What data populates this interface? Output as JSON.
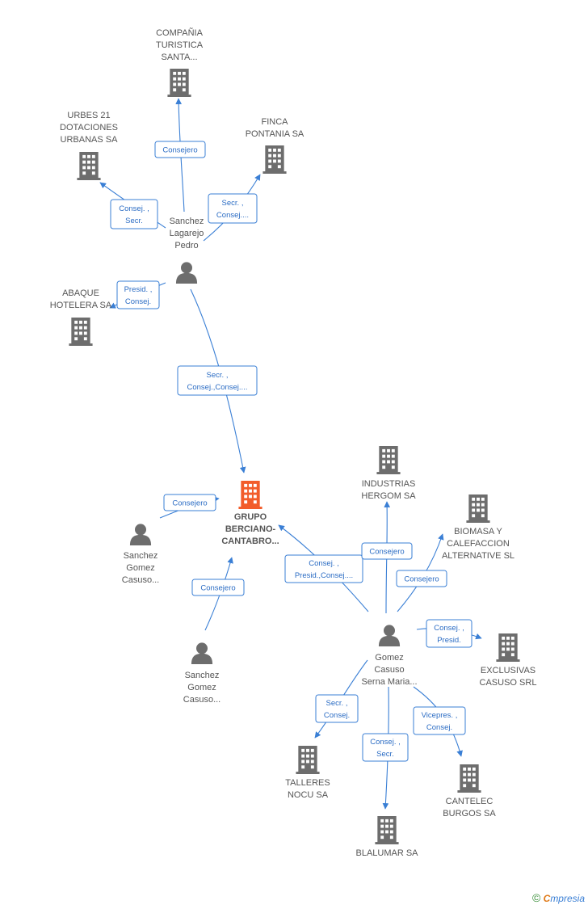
{
  "colors": {
    "accent": "#3a7fd5",
    "company": "#6d6d6d",
    "main_company": "#f25c2a",
    "person": "#6d6d6d"
  },
  "nodes": [
    {
      "id": "compania",
      "kind": "company",
      "lines": [
        "COMPAÑIA",
        "TURISTICA",
        "SANTA..."
      ]
    },
    {
      "id": "urbes",
      "kind": "company",
      "lines": [
        "URBES 21",
        "DOTACIONES",
        "URBANAS SA"
      ]
    },
    {
      "id": "finca",
      "kind": "company",
      "lines": [
        "FINCA",
        "PONTANIA SA"
      ]
    },
    {
      "id": "sanchez_lagarejo",
      "kind": "person",
      "lines": [
        "Sanchez",
        "Lagarejo",
        "Pedro"
      ]
    },
    {
      "id": "abaque",
      "kind": "company",
      "lines": [
        "ABAQUE",
        "HOTELERA SA"
      ]
    },
    {
      "id": "grupo",
      "kind": "main",
      "lines": [
        "GRUPO",
        "BERCIANO-",
        "CANTABRO..."
      ]
    },
    {
      "id": "sanchez_gomez_1",
      "kind": "person",
      "lines": [
        "Sanchez",
        "Gomez",
        "Casuso..."
      ]
    },
    {
      "id": "sanchez_gomez_2",
      "kind": "person",
      "lines": [
        "Sanchez",
        "Gomez",
        "Casuso..."
      ]
    },
    {
      "id": "industrias",
      "kind": "company",
      "lines": [
        "INDUSTRIAS",
        "HERGOM SA"
      ]
    },
    {
      "id": "biomasa",
      "kind": "company",
      "lines": [
        "BIOMASA Y",
        "CALEFACCION",
        "ALTERNATIVE SL"
      ]
    },
    {
      "id": "gomez_casuso",
      "kind": "person",
      "lines": [
        "Gomez",
        "Casuso",
        "Serna Maria..."
      ]
    },
    {
      "id": "exclusivas",
      "kind": "company",
      "lines": [
        "EXCLUSIVAS",
        "CASUSO SRL"
      ]
    },
    {
      "id": "talleres",
      "kind": "company",
      "lines": [
        "TALLERES",
        "NOCU SA"
      ]
    },
    {
      "id": "cantelec",
      "kind": "company",
      "lines": [
        "CANTELEC",
        "BURGOS SA"
      ]
    },
    {
      "id": "blalumar",
      "kind": "company",
      "lines": [
        "BLALUMAR SA"
      ]
    }
  ],
  "edges": [
    {
      "from": "sanchez_lagarejo",
      "to": "compania",
      "lines": [
        "Consejero"
      ]
    },
    {
      "from": "sanchez_lagarejo",
      "to": "urbes",
      "lines": [
        "Consej. ,",
        "Secr."
      ]
    },
    {
      "from": "sanchez_lagarejo",
      "to": "finca",
      "lines": [
        "Secr. ,",
        "Consej...."
      ]
    },
    {
      "from": "sanchez_lagarejo",
      "to": "abaque",
      "lines": [
        "Presid. ,",
        "Consej."
      ]
    },
    {
      "from": "sanchez_lagarejo",
      "to": "grupo",
      "lines": [
        "Secr. ,",
        "Consej.,Consej...."
      ]
    },
    {
      "from": "sanchez_gomez_1",
      "to": "grupo",
      "lines": [
        "Consejero"
      ]
    },
    {
      "from": "sanchez_gomez_2",
      "to": "grupo",
      "lines": [
        "Consejero"
      ]
    },
    {
      "from": "gomez_casuso",
      "to": "grupo",
      "lines": [
        "Consej. ,",
        "Presid.,Consej...."
      ]
    },
    {
      "from": "gomez_casuso",
      "to": "industrias",
      "lines": [
        "Consejero"
      ]
    },
    {
      "from": "gomez_casuso",
      "to": "biomasa",
      "lines": [
        "Consejero"
      ]
    },
    {
      "from": "gomez_casuso",
      "to": "exclusivas",
      "lines": [
        "Consej. ,",
        "Presid."
      ]
    },
    {
      "from": "gomez_casuso",
      "to": "talleres",
      "lines": [
        "Secr. ,",
        "Consej."
      ]
    },
    {
      "from": "gomez_casuso",
      "to": "cantelec",
      "lines": [
        "Vicepres. ,",
        "Consej."
      ]
    },
    {
      "from": "gomez_casuso",
      "to": "blalumar",
      "lines": [
        "Consej. ,",
        "Secr."
      ]
    }
  ],
  "footer": {
    "copyright": "©",
    "brand_e": "C",
    "brand_rest": "mpresia"
  }
}
